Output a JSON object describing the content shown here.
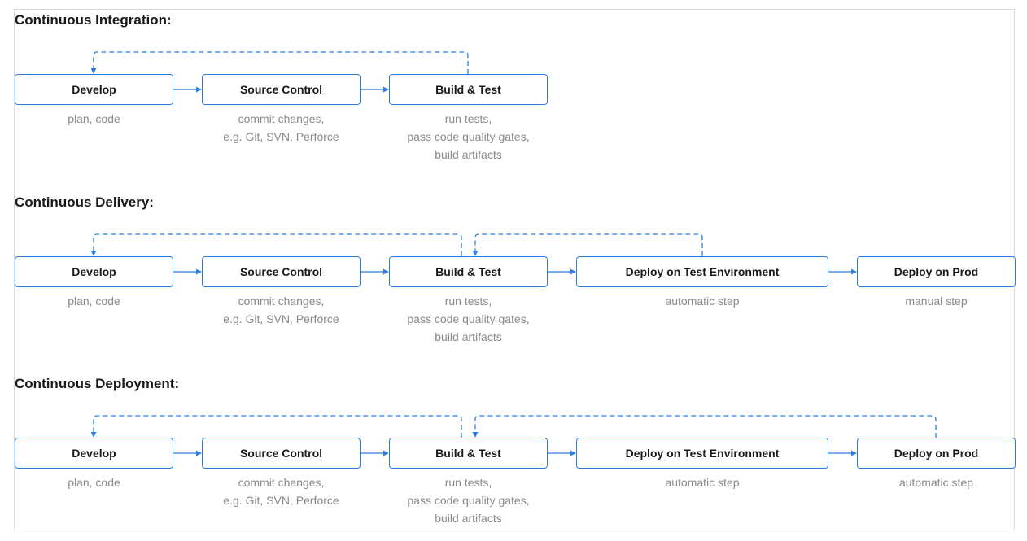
{
  "sections": [
    {
      "title": "Continuous Integration:",
      "steps": [
        {
          "label": "Develop",
          "desc": [
            "plan, code"
          ]
        },
        {
          "label": "Source Control",
          "desc": [
            "commit changes,",
            "e.g. Git, SVN, Perforce"
          ]
        },
        {
          "label": "Build & Test",
          "desc": [
            "run tests,",
            "pass code quality gates,",
            "build artifacts"
          ]
        }
      ]
    },
    {
      "title": "Continuous Delivery:",
      "steps": [
        {
          "label": "Develop",
          "desc": [
            "plan, code"
          ]
        },
        {
          "label": "Source Control",
          "desc": [
            "commit changes,",
            "e.g. Git, SVN, Perforce"
          ]
        },
        {
          "label": "Build & Test",
          "desc": [
            "run tests,",
            "pass code quality gates,",
            "build artifacts"
          ]
        },
        {
          "label": "Deploy on Test Environment",
          "desc": [
            "automatic step"
          ]
        },
        {
          "label": "Deploy on Prod",
          "desc": [
            "manual step"
          ]
        }
      ]
    },
    {
      "title": "Continuous Deployment:",
      "steps": [
        {
          "label": "Develop",
          "desc": [
            "plan, code"
          ]
        },
        {
          "label": "Source Control",
          "desc": [
            "commit changes,",
            "e.g. Git, SVN, Perforce"
          ]
        },
        {
          "label": "Build & Test",
          "desc": [
            "run tests,",
            "pass code quality gates,",
            "build artifacts"
          ]
        },
        {
          "label": "Deploy on Test Environment",
          "desc": [
            "automatic step"
          ]
        },
        {
          "label": "Deploy on Prod",
          "desc": [
            "automatic step"
          ]
        }
      ]
    }
  ],
  "colors": {
    "accent": "#2b7de0",
    "text": "#1a1a1a",
    "muted": "#8a8a8a",
    "border": "#d9d9d9"
  }
}
